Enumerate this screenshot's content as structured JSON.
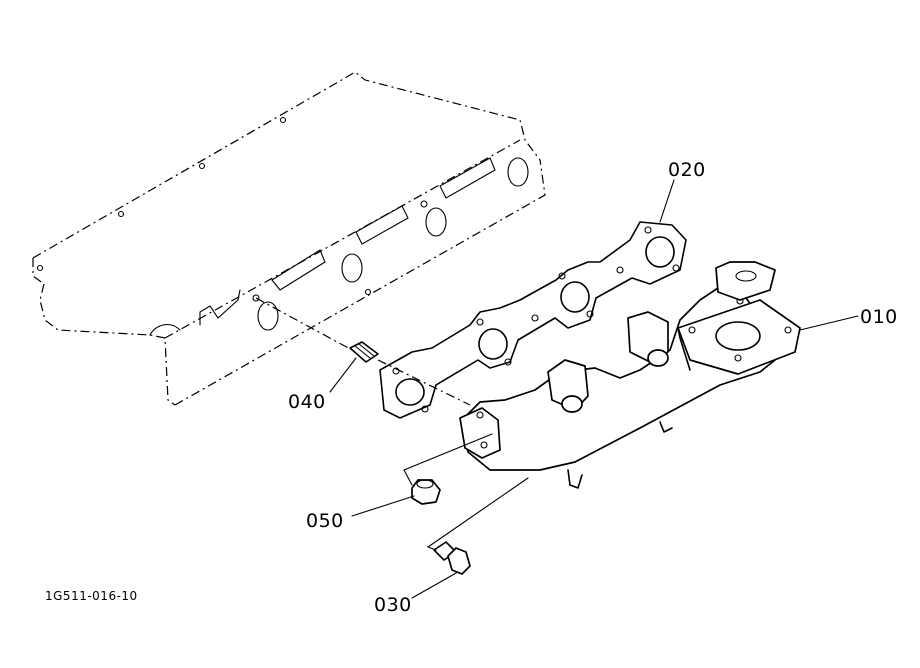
{
  "diagram": {
    "callouts": [
      {
        "id": "010",
        "label": "010",
        "part": "exhaust-manifold"
      },
      {
        "id": "020",
        "label": "020",
        "part": "manifold-gasket"
      },
      {
        "id": "030",
        "label": "030",
        "part": "flange-bolt"
      },
      {
        "id": "040",
        "label": "040",
        "part": "stud-bolt"
      },
      {
        "id": "050",
        "label": "050",
        "part": "flange-nut"
      }
    ],
    "drawing_code": "1G511-016-10"
  }
}
